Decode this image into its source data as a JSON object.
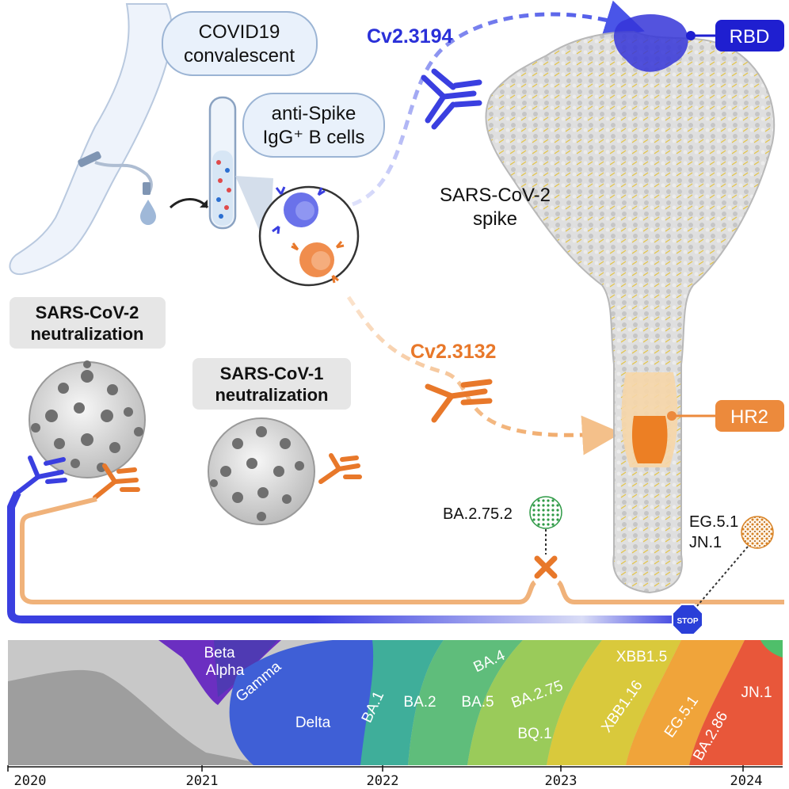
{
  "labels": {
    "donor_line1": "COVID19",
    "donor_line2": "convalescent",
    "cells_line1": "anti-Spike",
    "cells_line2": "IgG⁺ B cells",
    "spike_line1": "SARS-CoV-2",
    "spike_line2": "spike",
    "ab_blue": "Cv2.3194",
    "ab_orange": "Cv2.3132",
    "epitope_blue": "RBD",
    "epitope_orange": "HR2",
    "neut2_line1": "SARS-CoV-2",
    "neut2_line2": "neutralization",
    "neut1_line1": "SARS-CoV-1",
    "neut1_line2": "neutralization",
    "escape_variant_1": "BA.2.75.2",
    "escape_variant_2a": "EG.5.1",
    "escape_variant_2b": "JN.1",
    "stop_sign": "STOP"
  },
  "variant_labels": {
    "beta": "Beta",
    "alpha": "Alpha",
    "gamma": "Gamma",
    "delta": "Delta",
    "ba1": "BA.1",
    "ba2": "BA.2",
    "ba4": "BA.4",
    "ba5": "BA.5",
    "ba275": "BA.2.75",
    "bq1": "BQ.1",
    "xbb15": "XBB1.5",
    "xbb116": "XBB1.16",
    "eg51": "EG.5.1",
    "ba286": "BA.2.86",
    "jn1": "JN.1"
  },
  "timeline": {
    "years": [
      "2020",
      "2021",
      "2022",
      "2023",
      "2024"
    ]
  },
  "colors": {
    "blue_antibody": "#3a3fe0",
    "orange_antibody": "#e8782a",
    "orange_line": "#f0b27a",
    "rbd_box": "#1f1fd0",
    "hr2_box": "#ec8a3c",
    "label_box": "#e6e6e6",
    "pill_fill": "#e9f1fb",
    "pill_stroke": "#9bb4d4",
    "stop": "#2a3fd8"
  }
}
